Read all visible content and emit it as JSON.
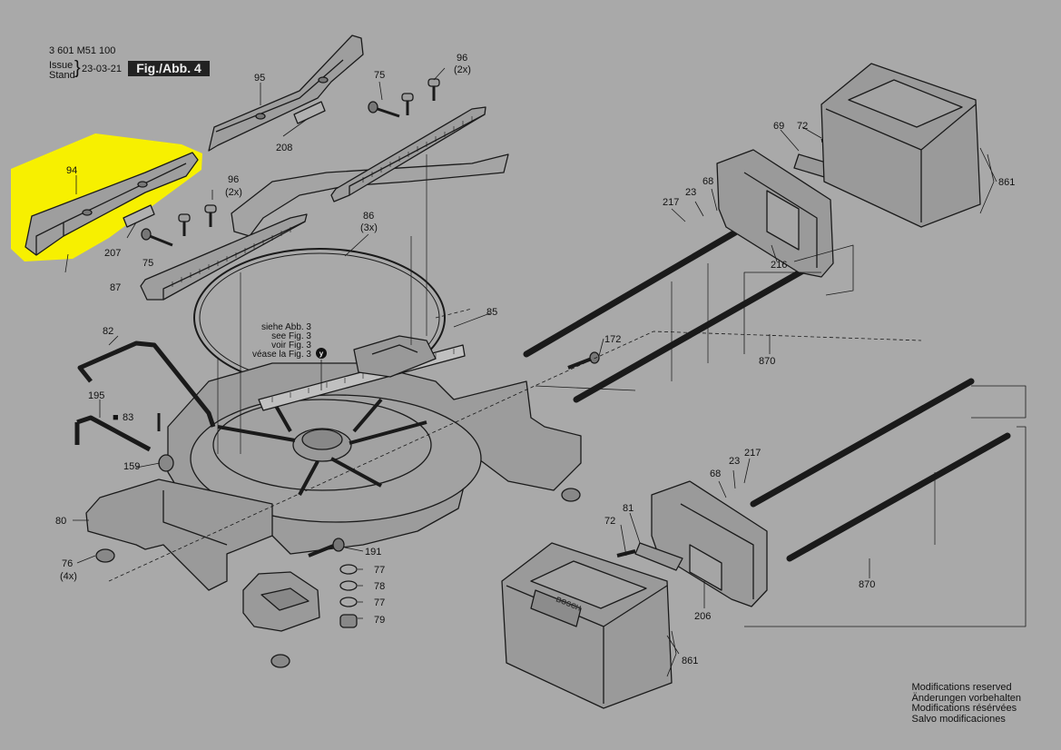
{
  "header": {
    "part_number": "3 601 M51 100",
    "issue_label": "Issue",
    "stand_label": "Stand",
    "date": "23-03-21",
    "figure": "Fig./Abb. 4"
  },
  "reference_note": [
    "siehe Abb. 3",
    "see Fig. 3",
    "voir Fig. 3",
    "véase la Fig. 3"
  ],
  "reference_badge": "y",
  "callouts": {
    "c94": "94",
    "c95": "95",
    "c208": "208",
    "c207": "207",
    "c75a": "75",
    "c75b": "75",
    "c96a": "96",
    "c96a_q": "(2x)",
    "c96b": "96",
    "c96b_q": "(2x)",
    "c87": "87",
    "c86": "86",
    "c86_q": "(3x)",
    "c85": "85",
    "c82": "82",
    "c195": "195",
    "c83": "83",
    "c159": "159",
    "c80": "80",
    "c76": "76",
    "c76_q": "(4x)",
    "c191": "191",
    "c77a": "77",
    "c78": "78",
    "c77b": "77",
    "c79": "79",
    "c172": "172",
    "c870a": "870",
    "c870b": "870",
    "c69": "69",
    "c72a": "72",
    "c217a": "217",
    "c23a": "23",
    "c68a": "68",
    "c216": "216",
    "c861a": "861",
    "c68b": "68",
    "c23b": "23",
    "c217b": "217",
    "c81": "81",
    "c72b": "72",
    "c206": "206",
    "c861b": "861"
  },
  "brand_text": "BOSCH",
  "colors": {
    "background": "#a9a9a9",
    "highlight": "#f7f000",
    "line": "#1a1a1a",
    "part_fill": "#9e9e9e"
  },
  "footer_notes": [
    "Modifications reserved",
    "Änderungen vorbehalten",
    "Modifications résérvées",
    "Salvo modificaciones"
  ]
}
